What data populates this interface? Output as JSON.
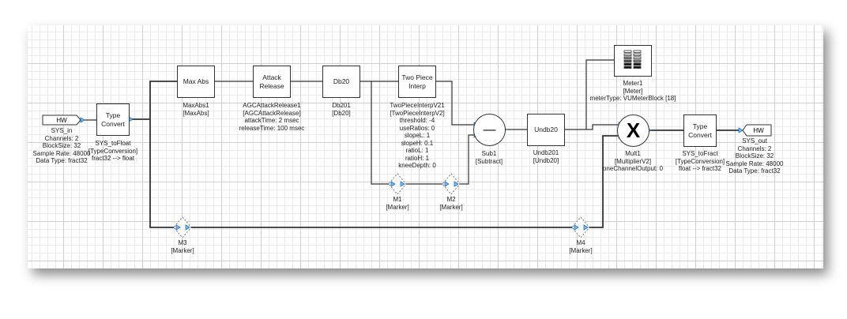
{
  "colors": {
    "port": "#3aa0e8",
    "wire": "#333333",
    "grid": "#cfcfcf"
  },
  "blocks": {
    "sys_in": {
      "title": "HW",
      "lines": [
        "SYS_in",
        "Channels: 2",
        "BlockSize: 32",
        "Sample Rate: 48000",
        "Data Type: fract32"
      ]
    },
    "to_float": {
      "title": "Type Convert",
      "lines": [
        "SYS_toFloat",
        "[TypeConversion]",
        "fract32 --> float"
      ]
    },
    "maxabs": {
      "title": "Max Abs",
      "lines": [
        "MaxAbs1",
        "[MaxAbs]"
      ]
    },
    "attack": {
      "title": "Attack Release",
      "lines": [
        "AGCAttackRelease1",
        "[AGCAttackRelease]",
        "attackTime: 2 msec",
        "releaseTime: 100 msec"
      ]
    },
    "db20": {
      "title": "Db20",
      "lines": [
        "Db201",
        "[Db20]"
      ]
    },
    "twopiece": {
      "title": "Two Piece Interp",
      "lines": [
        "TwoPieceInterpV21",
        "[TwoPieceInterpV2]",
        "threshold: -4",
        "useRatios: 0",
        "slopeL: 1",
        "slopeH: 0.1",
        "ratioL: 1",
        "ratioH: 1",
        "kneeDepth: 0"
      ]
    },
    "sub": {
      "symbol": "—",
      "lines": [
        "Sub1",
        "[Subtract]"
      ]
    },
    "undb20": {
      "title": "Undb20",
      "lines": [
        "Undb201",
        "[Undb20]"
      ]
    },
    "meter": {
      "icon": "vu-meter-icon",
      "lines": [
        "Meter1",
        "[Meter]",
        "meterType: VUMeterBlock [18]"
      ]
    },
    "mult": {
      "symbol": "X",
      "lines": [
        "Mult1",
        "[MultiplierV2]",
        "oneChannelOutput: 0"
      ]
    },
    "to_fract": {
      "title": "Type Convert",
      "lines": [
        "SYS_toFract",
        "[TypeConversion]",
        "float --> fract32"
      ]
    },
    "sys_out": {
      "title": "HW",
      "lines": [
        "SYS_out",
        "Channels: 2",
        "BlockSize: 32",
        "Sample Rate: 48000",
        "Data Type: fract32"
      ]
    },
    "m1": {
      "lines": [
        "M1",
        "[Marker]"
      ]
    },
    "m2": {
      "lines": [
        "M2",
        "[Marker]"
      ]
    },
    "m3": {
      "lines": [
        "M3",
        "[Marker]"
      ]
    },
    "m4": {
      "lines": [
        "M4",
        "[Marker]"
      ]
    }
  }
}
